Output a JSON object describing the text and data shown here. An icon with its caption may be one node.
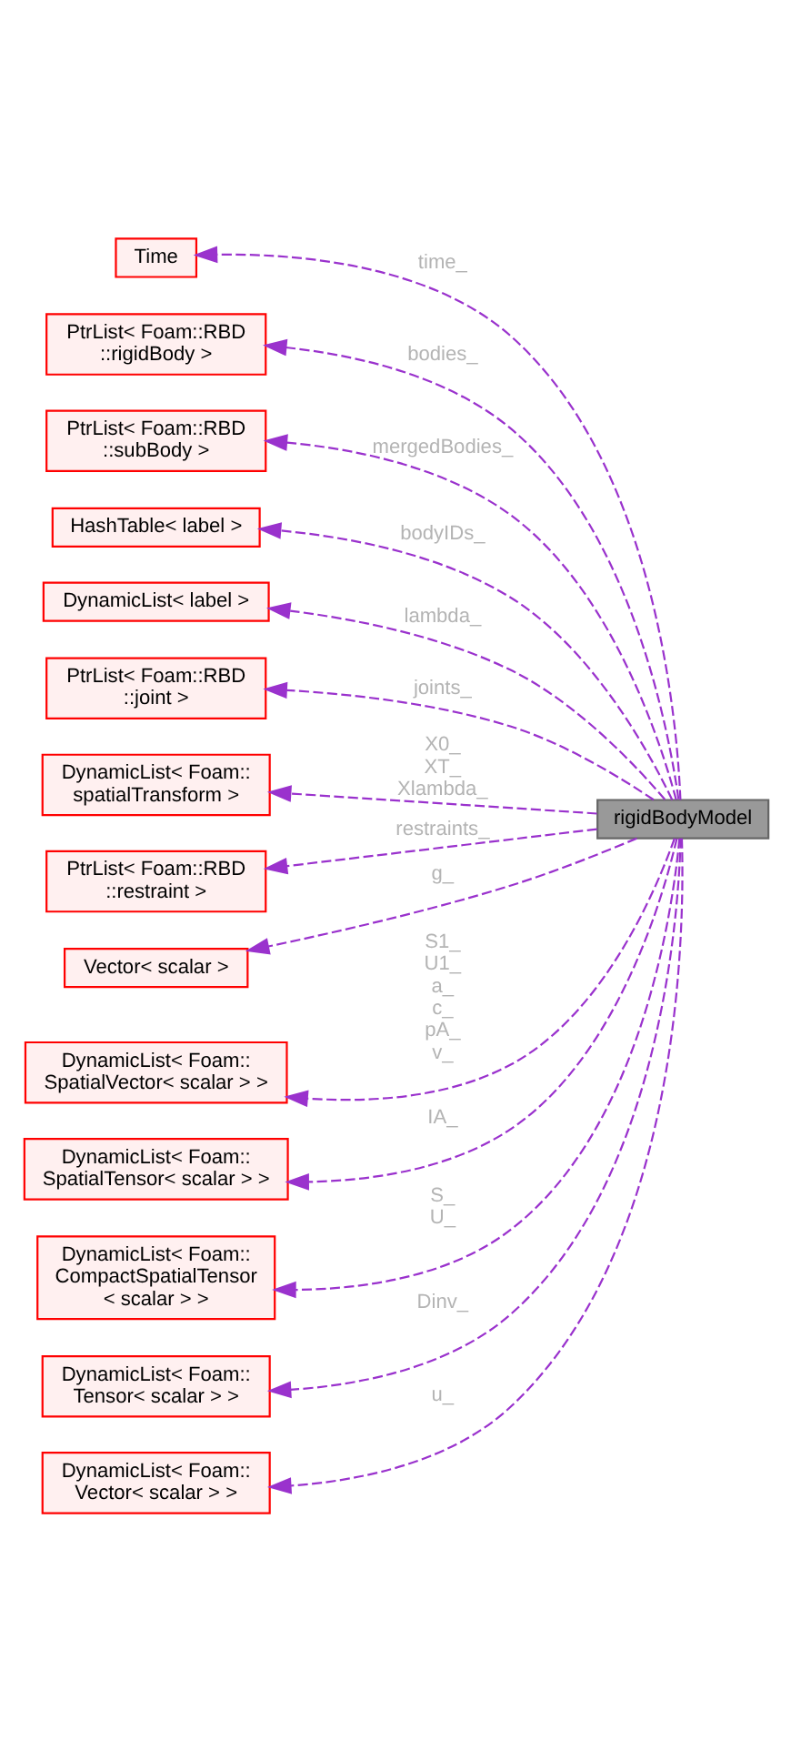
{
  "diagram": {
    "nodes": [
      {
        "text": [
          "Time"
        ]
      },
      {
        "text": [
          "PtrList< Foam::RBD ::rigidBody >"
        ]
      },
      {
        "text": [
          "PtrList< Foam::RBD ::subBody >"
        ]
      },
      {
        "text": [
          "HashTable< label >"
        ]
      },
      {
        "text": [
          "DynamicList< label >"
        ]
      },
      {
        "text": [
          "PtrList< Foam::RBD ::joint >"
        ]
      },
      {
        "text": [
          "DynamicList< Foam:: spatialTransform >"
        ]
      },
      {
        "text": [
          "rigidBodyModel"
        ]
      },
      {
        "text": [
          "PtrList< Foam::RBD ::restraint >"
        ]
      },
      {
        "text": [
          "Vector< scalar >"
        ]
      },
      {
        "text": [
          "DynamicList< Foam:: SpatialVector< scalar > >"
        ]
      },
      {
        "text": [
          "DynamicList< Foam:: SpatialTensor< scalar > >"
        ]
      },
      {
        "text": [
          "DynamicList< Foam:: CompactSpatialTensor < scalar > >"
        ]
      },
      {
        "text": [
          "DynamicList< Foam:: Tensor< scalar > >"
        ]
      },
      {
        "text": [
          "DynamicList< Foam:: Vector< scalar > >"
        ]
      }
    ],
    "edges": [
      {
        "from": 7,
        "to": 0,
        "arrow": "to",
        "style": "dashed",
        "label": "time_"
      },
      {
        "from": 7,
        "to": 1,
        "arrow": "to",
        "style": "dashed",
        "label": "bodies_"
      },
      {
        "from": 7,
        "to": 2,
        "arrow": "to",
        "style": "dashed",
        "label": "mergedBodies_"
      },
      {
        "from": 7,
        "to": 3,
        "arrow": "to",
        "style": "dashed",
        "label": "bodyIDs_"
      },
      {
        "from": 7,
        "to": 4,
        "arrow": "to",
        "style": "dashed",
        "label": "lambda_"
      },
      {
        "from": 7,
        "to": 5,
        "arrow": "to",
        "style": "dashed",
        "label": "joints_"
      },
      {
        "from": 7,
        "to": 6,
        "arrow": "to",
        "style": "dashed",
        "label": "X0_ XT_ Xlambda_"
      },
      {
        "from": 7,
        "to": 8,
        "arrow": "to",
        "style": "dashed",
        "label": "restraints_"
      },
      {
        "from": 7,
        "to": 9,
        "arrow": "to",
        "style": "dashed",
        "label": "g_"
      },
      {
        "from": 7,
        "to": 10,
        "arrow": "to",
        "style": "dashed",
        "label": "S1_ U1_ a_ c_ pA_ v_"
      },
      {
        "from": 7,
        "to": 11,
        "arrow": "to",
        "style": "dashed",
        "label": "IA_"
      },
      {
        "from": 7,
        "to": 12,
        "arrow": "to",
        "style": "dashed",
        "label": "S_ U_"
      },
      {
        "from": 7,
        "to": 13,
        "arrow": "to",
        "style": "dashed",
        "label": "Dinv_"
      },
      {
        "from": 7,
        "to": 14,
        "arrow": "to",
        "style": "dashed",
        "label": "u_"
      }
    ]
  }
}
